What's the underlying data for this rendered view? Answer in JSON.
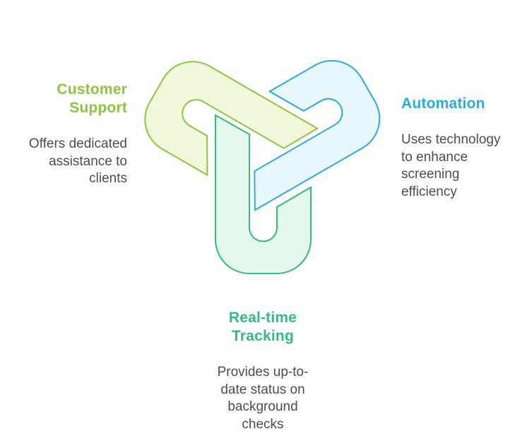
{
  "page": {
    "background": "#FFFFFF"
  },
  "diagram": {
    "type": "interlocking-loops-infographic",
    "description_color": "#4D4D4D",
    "gap_color": "#FFFFFF",
    "items": [
      {
        "id": "customer-support",
        "position": "left",
        "title": "Customer\nSupport",
        "description": "Offers dedicated\nassistance to\nclients",
        "accent": "#8CC63E",
        "shape_fill": "#F0F7DB",
        "shape_stroke": "#8CC63F"
      },
      {
        "id": "automation",
        "position": "right",
        "title": "Automation",
        "description": "Uses technology\nto enhance\nscreening\nefficiency",
        "accent": "#29ABE2",
        "shape_fill": "#E8F6FD",
        "shape_stroke": "#29ABE2"
      },
      {
        "id": "real-time-tracking",
        "position": "bottom",
        "title": "Real-time\nTracking",
        "description": "Provides up-to-\ndate status on\nbackground\nchecks",
        "accent": "#2FBD80",
        "shape_fill": "#E4F7ED",
        "shape_stroke": "#36B97E"
      }
    ]
  }
}
